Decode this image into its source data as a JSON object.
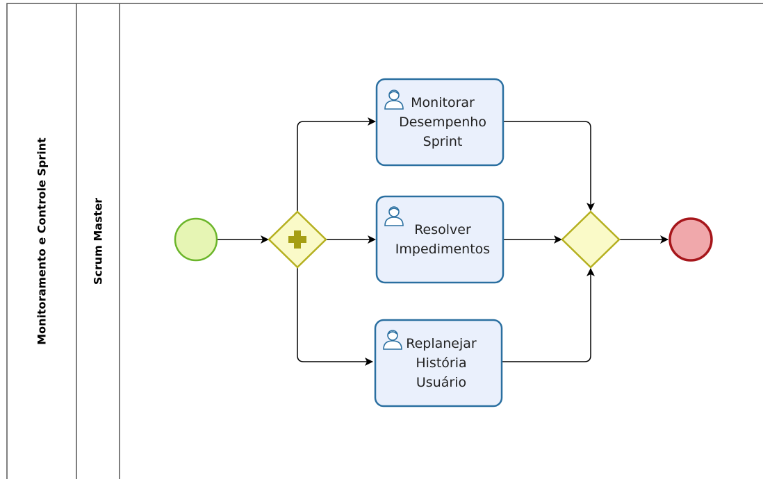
{
  "pool": {
    "label": "Monitoramento e Controle Sprint"
  },
  "lane": {
    "label": "Scrum Master"
  },
  "tasks": [
    {
      "label": "Monitorar Desempenho Sprint",
      "type": "user-task"
    },
    {
      "label": "Resolver Impedimentos",
      "type": "user-task"
    },
    {
      "label": "Replanejar História Usuário",
      "type": "user-task"
    }
  ],
  "colors": {
    "task_fill": "#eaf0fc",
    "task_stroke": "#2a6fa0",
    "start_fill": "#e6f5b4",
    "start_stroke": "#6bb52a",
    "end_fill": "#f0a8ab",
    "end_stroke": "#a6161b",
    "gateway_fill": "#fafac8",
    "gateway_stroke": "#b5b020",
    "parallel_marker": "#a59e14"
  }
}
